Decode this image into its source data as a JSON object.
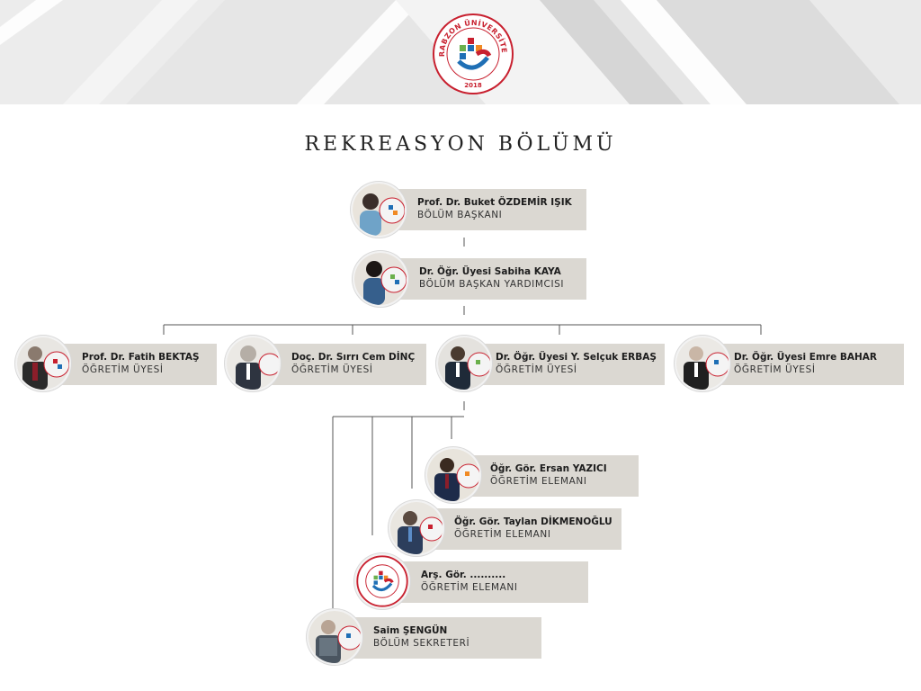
{
  "logo": {
    "arc_text": "TRABZON ÜNİVERSİTESİ",
    "year": "2018"
  },
  "title": "REKREASYON BÖLÜMÜ",
  "people": {
    "head": {
      "name": "Prof. Dr. Buket ÖZDEMİR IŞIK",
      "role": "BÖLÜM BAŞKANI"
    },
    "deputy": {
      "name": "Dr. Öğr. Üyesi Sabiha KAYA",
      "role": "BÖLÜM BAŞKAN YARDIMCISI"
    },
    "faculty": [
      {
        "name": "Prof. Dr. Fatih BEKTAŞ",
        "role": "ÖĞRETİM ÜYESİ"
      },
      {
        "name": "Doç. Dr. Sırrı Cem DİNÇ",
        "role": "ÖĞRETİM ÜYESİ"
      },
      {
        "name": "Dr. Öğr. Üyesi Y. Selçuk ERBAŞ",
        "role": "ÖĞRETİM ÜYESİ"
      },
      {
        "name": "Dr. Öğr. Üyesi Emre BAHAR",
        "role": "ÖĞRETİM ÜYESİ"
      }
    ],
    "staff": [
      {
        "name": "Öğr. Gör. Ersan YAZICI",
        "role": "ÖĞRETİM ELEMANI"
      },
      {
        "name": "Öğr. Gör. Taylan DİKMENOĞLU",
        "role": "ÖĞRETİM ELEMANI"
      },
      {
        "name": "Arş. Gör. ..........",
        "role": "ÖĞRETİM ELEMANI"
      },
      {
        "name": "Saim ŞENGÜN",
        "role": "BÖLÜM SEKRETERİ"
      }
    ]
  },
  "colors": {
    "card": "#dbd8d2",
    "logo_red": "#c8202f",
    "logo_blue": "#1f6fb5",
    "logo_green": "#6ab04c",
    "logo_orange": "#f08a24"
  }
}
